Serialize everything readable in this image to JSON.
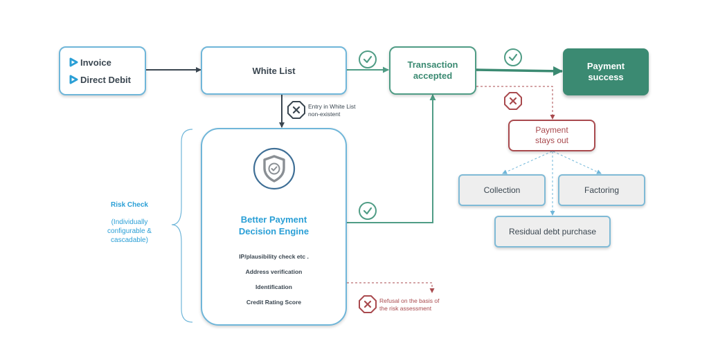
{
  "sources": {
    "invoice": "Invoice",
    "direct_debit": "Direct Debit"
  },
  "white_list": "White List",
  "transaction_accepted": [
    "Transaction",
    "accepted"
  ],
  "payment_success": [
    "Payment",
    "success"
  ],
  "payment_stays_out": [
    "Payment",
    "stays out"
  ],
  "collection": "Collection",
  "factoring": "Factoring",
  "residual_debt": "Residual debt purchase",
  "whitelist_note": [
    "Entry in White List",
    "non-existent"
  ],
  "engine": {
    "title": [
      "Better Payment",
      "Decision Engine"
    ],
    "checks": [
      "IP/plausibility check etc .",
      "Address verification",
      "Identification",
      "Credit Rating Score"
    ]
  },
  "risk_check": {
    "title": "Risk Check",
    "note": [
      "(Individually",
      "configurable &",
      "cascadable)"
    ]
  },
  "refusal_note": [
    "Refusal on the basis of",
    "the risk assessment"
  ],
  "colors": {
    "blue": "#6fb6d9",
    "green": "#4f9c85",
    "dark_green": "#3b8a72",
    "red": "#a94a4e",
    "text_dark": "#3a4650"
  },
  "icons": {
    "source": "play-outline-icon",
    "check": "check-circle-icon",
    "cross": "x-octagon-icon",
    "shield": "shield-check-icon"
  }
}
